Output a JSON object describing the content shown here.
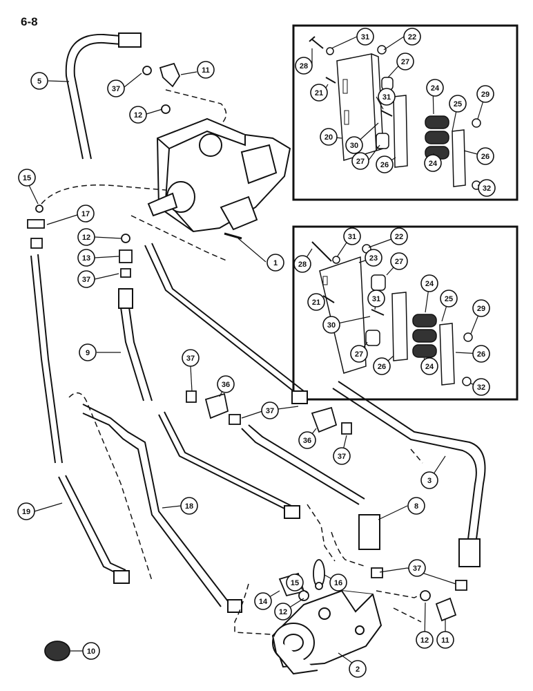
{
  "page_number": "6-8",
  "callouts": [
    {
      "id": "c5",
      "label": "5"
    },
    {
      "id": "c37a",
      "label": "37"
    },
    {
      "id": "c11a",
      "label": "11"
    },
    {
      "id": "c12a",
      "label": "12"
    },
    {
      "id": "c15a",
      "label": "15"
    },
    {
      "id": "c17",
      "label": "17"
    },
    {
      "id": "c12b",
      "label": "12"
    },
    {
      "id": "c13",
      "label": "13"
    },
    {
      "id": "c37b",
      "label": "37"
    },
    {
      "id": "c1",
      "label": "1"
    },
    {
      "id": "c9",
      "label": "9"
    },
    {
      "id": "c37c",
      "label": "37"
    },
    {
      "id": "c36a",
      "label": "36"
    },
    {
      "id": "c37d",
      "label": "37"
    },
    {
      "id": "c36b",
      "label": "36"
    },
    {
      "id": "c37e",
      "label": "37"
    },
    {
      "id": "c3",
      "label": "3"
    },
    {
      "id": "c19",
      "label": "19"
    },
    {
      "id": "c18",
      "label": "18"
    },
    {
      "id": "c8",
      "label": "8"
    },
    {
      "id": "c37f",
      "label": "37"
    },
    {
      "id": "c15b",
      "label": "15"
    },
    {
      "id": "c16",
      "label": "16"
    },
    {
      "id": "c14",
      "label": "14"
    },
    {
      "id": "c12c",
      "label": "12"
    },
    {
      "id": "c12d",
      "label": "12"
    },
    {
      "id": "c11b",
      "label": "11"
    },
    {
      "id": "c2",
      "label": "2"
    },
    {
      "id": "c10",
      "label": "10"
    },
    {
      "id": "t31",
      "label": "31"
    },
    {
      "id": "t22",
      "label": "22"
    },
    {
      "id": "t28",
      "label": "28"
    },
    {
      "id": "t27a",
      "label": "27"
    },
    {
      "id": "t21",
      "label": "21"
    },
    {
      "id": "t31b",
      "label": "31"
    },
    {
      "id": "t24a",
      "label": "24"
    },
    {
      "id": "t25",
      "label": "25"
    },
    {
      "id": "t29",
      "label": "29"
    },
    {
      "id": "t20",
      "label": "20"
    },
    {
      "id": "t30",
      "label": "30"
    },
    {
      "id": "t27b",
      "label": "27"
    },
    {
      "id": "t26a",
      "label": "26"
    },
    {
      "id": "t24b",
      "label": "24"
    },
    {
      "id": "t26b",
      "label": "26"
    },
    {
      "id": "t32",
      "label": "32"
    },
    {
      "id": "b31",
      "label": "31"
    },
    {
      "id": "b22",
      "label": "22"
    },
    {
      "id": "b28",
      "label": "28"
    },
    {
      "id": "b23",
      "label": "23"
    },
    {
      "id": "b27a",
      "label": "27"
    },
    {
      "id": "b21",
      "label": "21"
    },
    {
      "id": "b31b",
      "label": "31"
    },
    {
      "id": "b24a",
      "label": "24"
    },
    {
      "id": "b25",
      "label": "25"
    },
    {
      "id": "b29",
      "label": "29"
    },
    {
      "id": "b30",
      "label": "30"
    },
    {
      "id": "b27b",
      "label": "27"
    },
    {
      "id": "b26a",
      "label": "26"
    },
    {
      "id": "b24b",
      "label": "24"
    },
    {
      "id": "b26b",
      "label": "26"
    },
    {
      "id": "b32",
      "label": "32"
    }
  ]
}
